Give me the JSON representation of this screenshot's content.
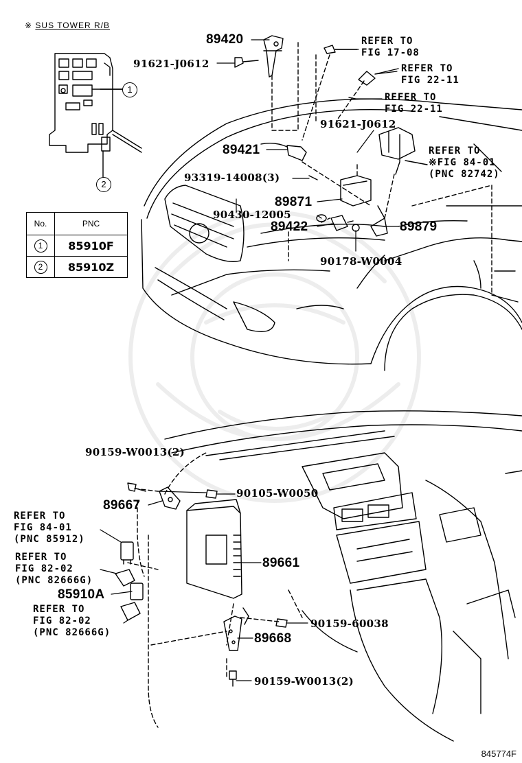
{
  "header_note": {
    "symbol": "※",
    "text": "SUS TOWER R/B"
  },
  "callouts": [
    "1",
    "2"
  ],
  "pnc_table": {
    "headers": [
      "No.",
      "PNC"
    ],
    "rows": [
      {
        "no": "1",
        "pnc": "85910F"
      },
      {
        "no": "2",
        "pnc": "85910Z"
      }
    ]
  },
  "top_labels": {
    "p89420": "89420",
    "p91621a": "91621-J0612",
    "refer1708": "REFER TO\nFIG 17-08",
    "refer2211a": "REFER TO\nFIG 22-11",
    "refer2211b": "REFER TO\nFIG 22-11",
    "p91621b": "91621-J0612",
    "p89421": "89421",
    "refer8401a": "REFER TO\n※FIG 84-01\n(PNC 82742)",
    "p93319": "93319-14008(3)",
    "p89871": "89871",
    "p90430": "90430-12005",
    "p89422": "89422",
    "p89879": "89879",
    "p90178": "90178-W0004"
  },
  "bottom_labels": {
    "p90159a": "90159-W0013(2)",
    "p90105": "90105-W0050",
    "p89667": "89667",
    "refer8401b": "REFER TO\nFIG 84-01\n(PNC 85912)",
    "refer8202a": "REFER TO\nFIG 82-02\n(PNC 82666G)",
    "p85910a": "85910A",
    "refer8202b": "REFER TO\nFIG 82-02\n(PNC 82666G)",
    "p89661": "89661",
    "p90159b": "90159-60038",
    "p89668": "89668",
    "p90159c": "90159-W0013(2)"
  },
  "figure_number": "845774F"
}
